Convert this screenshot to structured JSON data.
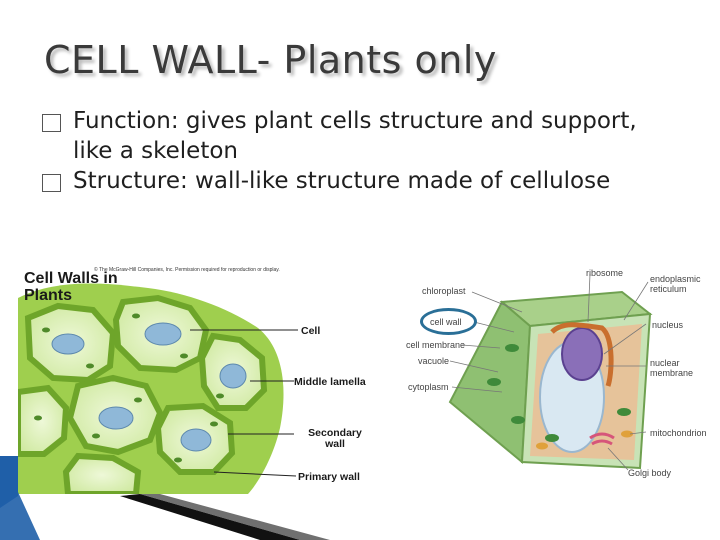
{
  "slide": {
    "title": "CELL WALL- Plants only",
    "bullets": [
      {
        "icon": "checkbox-bullet-icon",
        "text": "Function: gives plant cells structure and support, like a skeleton"
      },
      {
        "icon": "checkbox-bullet-icon",
        "text": "Structure: wall-like structure made of cellulose"
      }
    ]
  },
  "figure_left": {
    "title": "Cell Walls in Plants",
    "copyright": "© The McGraw-Hill Companies, Inc. Permission required for reproduction or display.",
    "labels": {
      "cell": "Cell",
      "middle_lamella": "Middle lamella",
      "secondary_wall": "Secondary wall",
      "primary_wall": "Primary wall"
    }
  },
  "figure_right": {
    "labels": {
      "ribosome": "ribosome",
      "chloroplast": "chloroplast",
      "cell_wall": "cell wall",
      "cell_membrane": "cell membrane",
      "vacuole": "vacuole",
      "cytoplasm": "cytoplasm",
      "endoplasmic_reticulum": "endoplasmic reticulum",
      "nucleus": "nucleus",
      "nuclear_membrane": "nuclear membrane",
      "mitochondrion": "mitochondrion",
      "golgi_body": "Golgi body"
    },
    "highlighted": "cell wall"
  },
  "colors": {
    "title": "#3a3a3a",
    "cell_wall_green": "#b7dc6a",
    "nucleus_purple": "#8a6fb8",
    "highlight_ring": "#2a6f97",
    "stripe_dark": "#111111",
    "stripe_blue": "#1f5fa8"
  }
}
